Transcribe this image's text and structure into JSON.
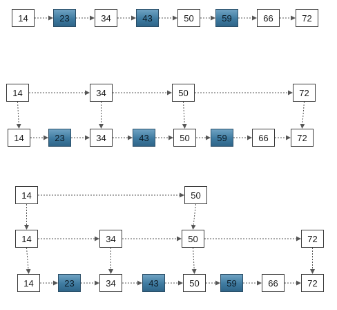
{
  "colors": {
    "highlight_top": "#6fa3c3",
    "highlight_bottom": "#2f6589",
    "border": "#3a3a3a",
    "arrow": "#555555"
  },
  "diagrams": [
    {
      "name": "skip-list-one-level",
      "levels": [
        [
          {
            "label": "14",
            "highlight": false
          },
          {
            "label": "23",
            "highlight": true
          },
          {
            "label": "34",
            "highlight": false
          },
          {
            "label": "43",
            "highlight": true
          },
          {
            "label": "50",
            "highlight": false
          },
          {
            "label": "59",
            "highlight": true
          },
          {
            "label": "66",
            "highlight": false
          },
          {
            "label": "72",
            "highlight": false
          }
        ]
      ]
    },
    {
      "name": "skip-list-two-levels",
      "levels": [
        [
          {
            "label": "14"
          },
          {
            "label": "34"
          },
          {
            "label": "50"
          },
          {
            "label": "72"
          }
        ],
        [
          {
            "label": "14",
            "highlight": false
          },
          {
            "label": "23",
            "highlight": true
          },
          {
            "label": "34",
            "highlight": false
          },
          {
            "label": "43",
            "highlight": true
          },
          {
            "label": "50",
            "highlight": false
          },
          {
            "label": "59",
            "highlight": true
          },
          {
            "label": "66",
            "highlight": false
          },
          {
            "label": "72",
            "highlight": false
          }
        ]
      ]
    },
    {
      "name": "skip-list-three-levels",
      "levels": [
        [
          {
            "label": "14"
          },
          {
            "label": "50"
          }
        ],
        [
          {
            "label": "14"
          },
          {
            "label": "34"
          },
          {
            "label": "50"
          },
          {
            "label": "72"
          }
        ],
        [
          {
            "label": "14",
            "highlight": false
          },
          {
            "label": "23",
            "highlight": true
          },
          {
            "label": "34",
            "highlight": false
          },
          {
            "label": "43",
            "highlight": true
          },
          {
            "label": "50",
            "highlight": false
          },
          {
            "label": "59",
            "highlight": true
          },
          {
            "label": "66",
            "highlight": false
          },
          {
            "label": "72",
            "highlight": false
          }
        ]
      ]
    }
  ]
}
